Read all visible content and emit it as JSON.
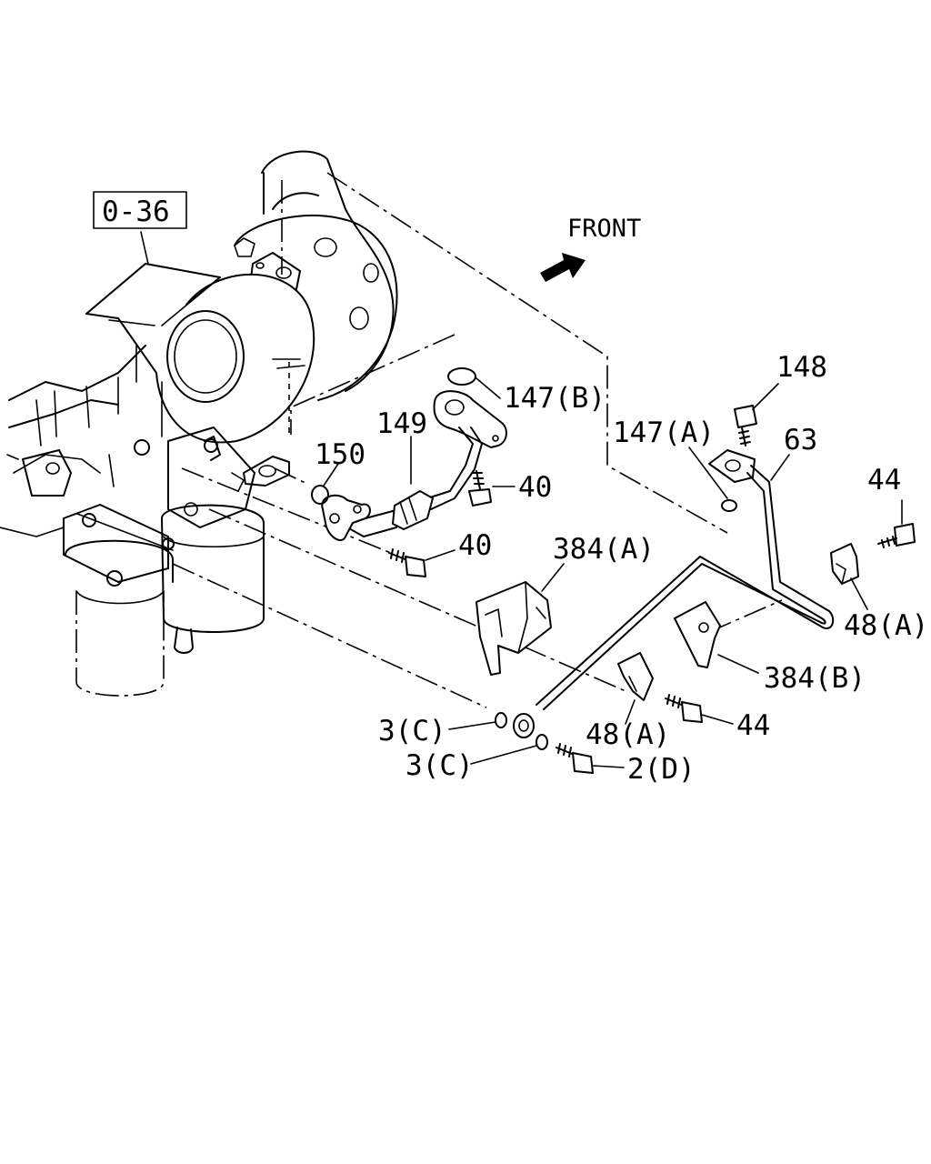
{
  "diagram": {
    "reference_box": "0-36",
    "direction_label": "FRONT",
    "callouts": {
      "c148": "148",
      "c147b": "147(B)",
      "c147a": "147(A)",
      "c149": "149",
      "c150": "150",
      "c63": "63",
      "c44_top": "44",
      "c40_upper": "40",
      "c40_lower": "40",
      "c384a": "384(A)",
      "c48a_right": "48(A)",
      "c384b": "384(B)",
      "c3c_upper": "3(C)",
      "c3c_lower": "3(C)",
      "c48a_lower": "48(A)",
      "c44_lower": "44",
      "c2d": "2(D)"
    }
  }
}
